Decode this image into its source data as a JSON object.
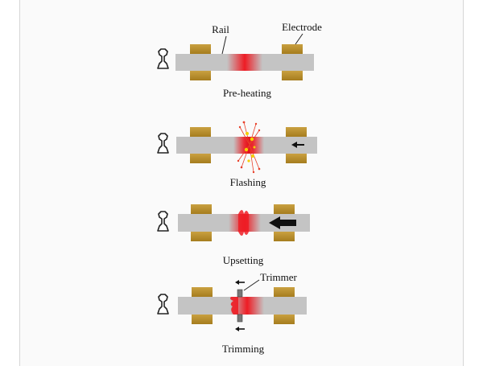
{
  "labels": {
    "rail": "Rail",
    "electrode": "Electrode",
    "trimmer": "Trimmer"
  },
  "stages": [
    {
      "key": "preheating",
      "caption": "Pre-heating"
    },
    {
      "key": "flashing",
      "caption": "Flashing"
    },
    {
      "key": "upsetting",
      "caption": "Upsetting"
    },
    {
      "key": "trimming",
      "caption": "Trimming"
    }
  ],
  "colors": {
    "rail": "#c4c4c4",
    "electrode": "#b68c2a",
    "heat": "#ee1c24",
    "arrow": "#111111",
    "spark": "#f5d000"
  }
}
